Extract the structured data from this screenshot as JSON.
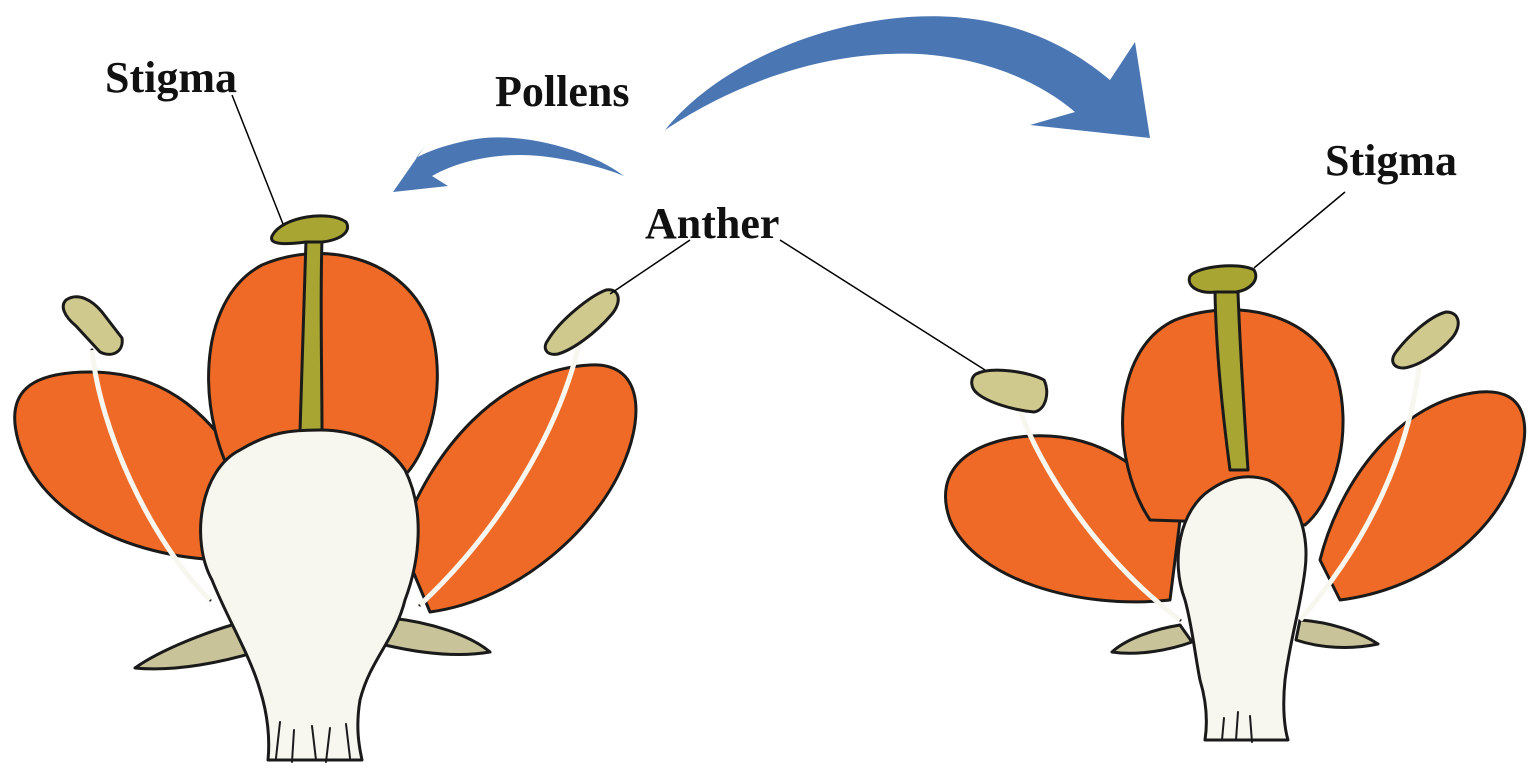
{
  "labels": {
    "stigma_left": "Stigma",
    "stigma_right": "Stigma",
    "pollens": "Pollens",
    "anther": "Anther"
  },
  "colors": {
    "petal": "#ef6a26",
    "petal_shadow": "#d9531a",
    "receptacle": "#f7f6ef",
    "style": "#a8a532",
    "anther": "#cfc98d",
    "sepal": "#c9c39a",
    "arrow": "#4a77b4",
    "outline": "#1a1a1a",
    "text": "#111111"
  }
}
